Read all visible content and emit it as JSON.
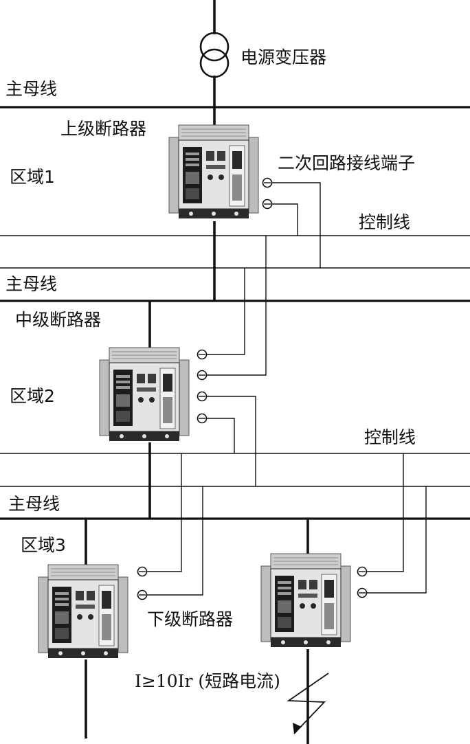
{
  "labels": {
    "transformer": "电源变压器",
    "main_bus_1": "主母线",
    "main_bus_2": "主母线",
    "main_bus_3": "主母线",
    "upper_breaker": "上级断路器",
    "middle_breaker": "中级断路器",
    "lower_breaker": "下级断路器",
    "zone_1": "区域1",
    "zone_2": "区域2",
    "zone_3": "区域3",
    "secondary_terminal": "二次回路接线端子",
    "control_line_1": "控制线",
    "control_line_2": "控制线",
    "fault_current": "I≥10Ir (短路电流)"
  },
  "colors": {
    "ink": "#111111",
    "breaker_body": "#d6d6d6",
    "breaker_dark": "#2a2a2a",
    "breaker_panel": "#1c1c1c",
    "breaker_light": "#f2f2f2"
  },
  "icons": {
    "transformer": "transformer-symbol-icon",
    "breaker": "air-circuit-breaker-icon",
    "terminal": "terminal-icon",
    "fault": "short-circuit-arrow-icon"
  }
}
